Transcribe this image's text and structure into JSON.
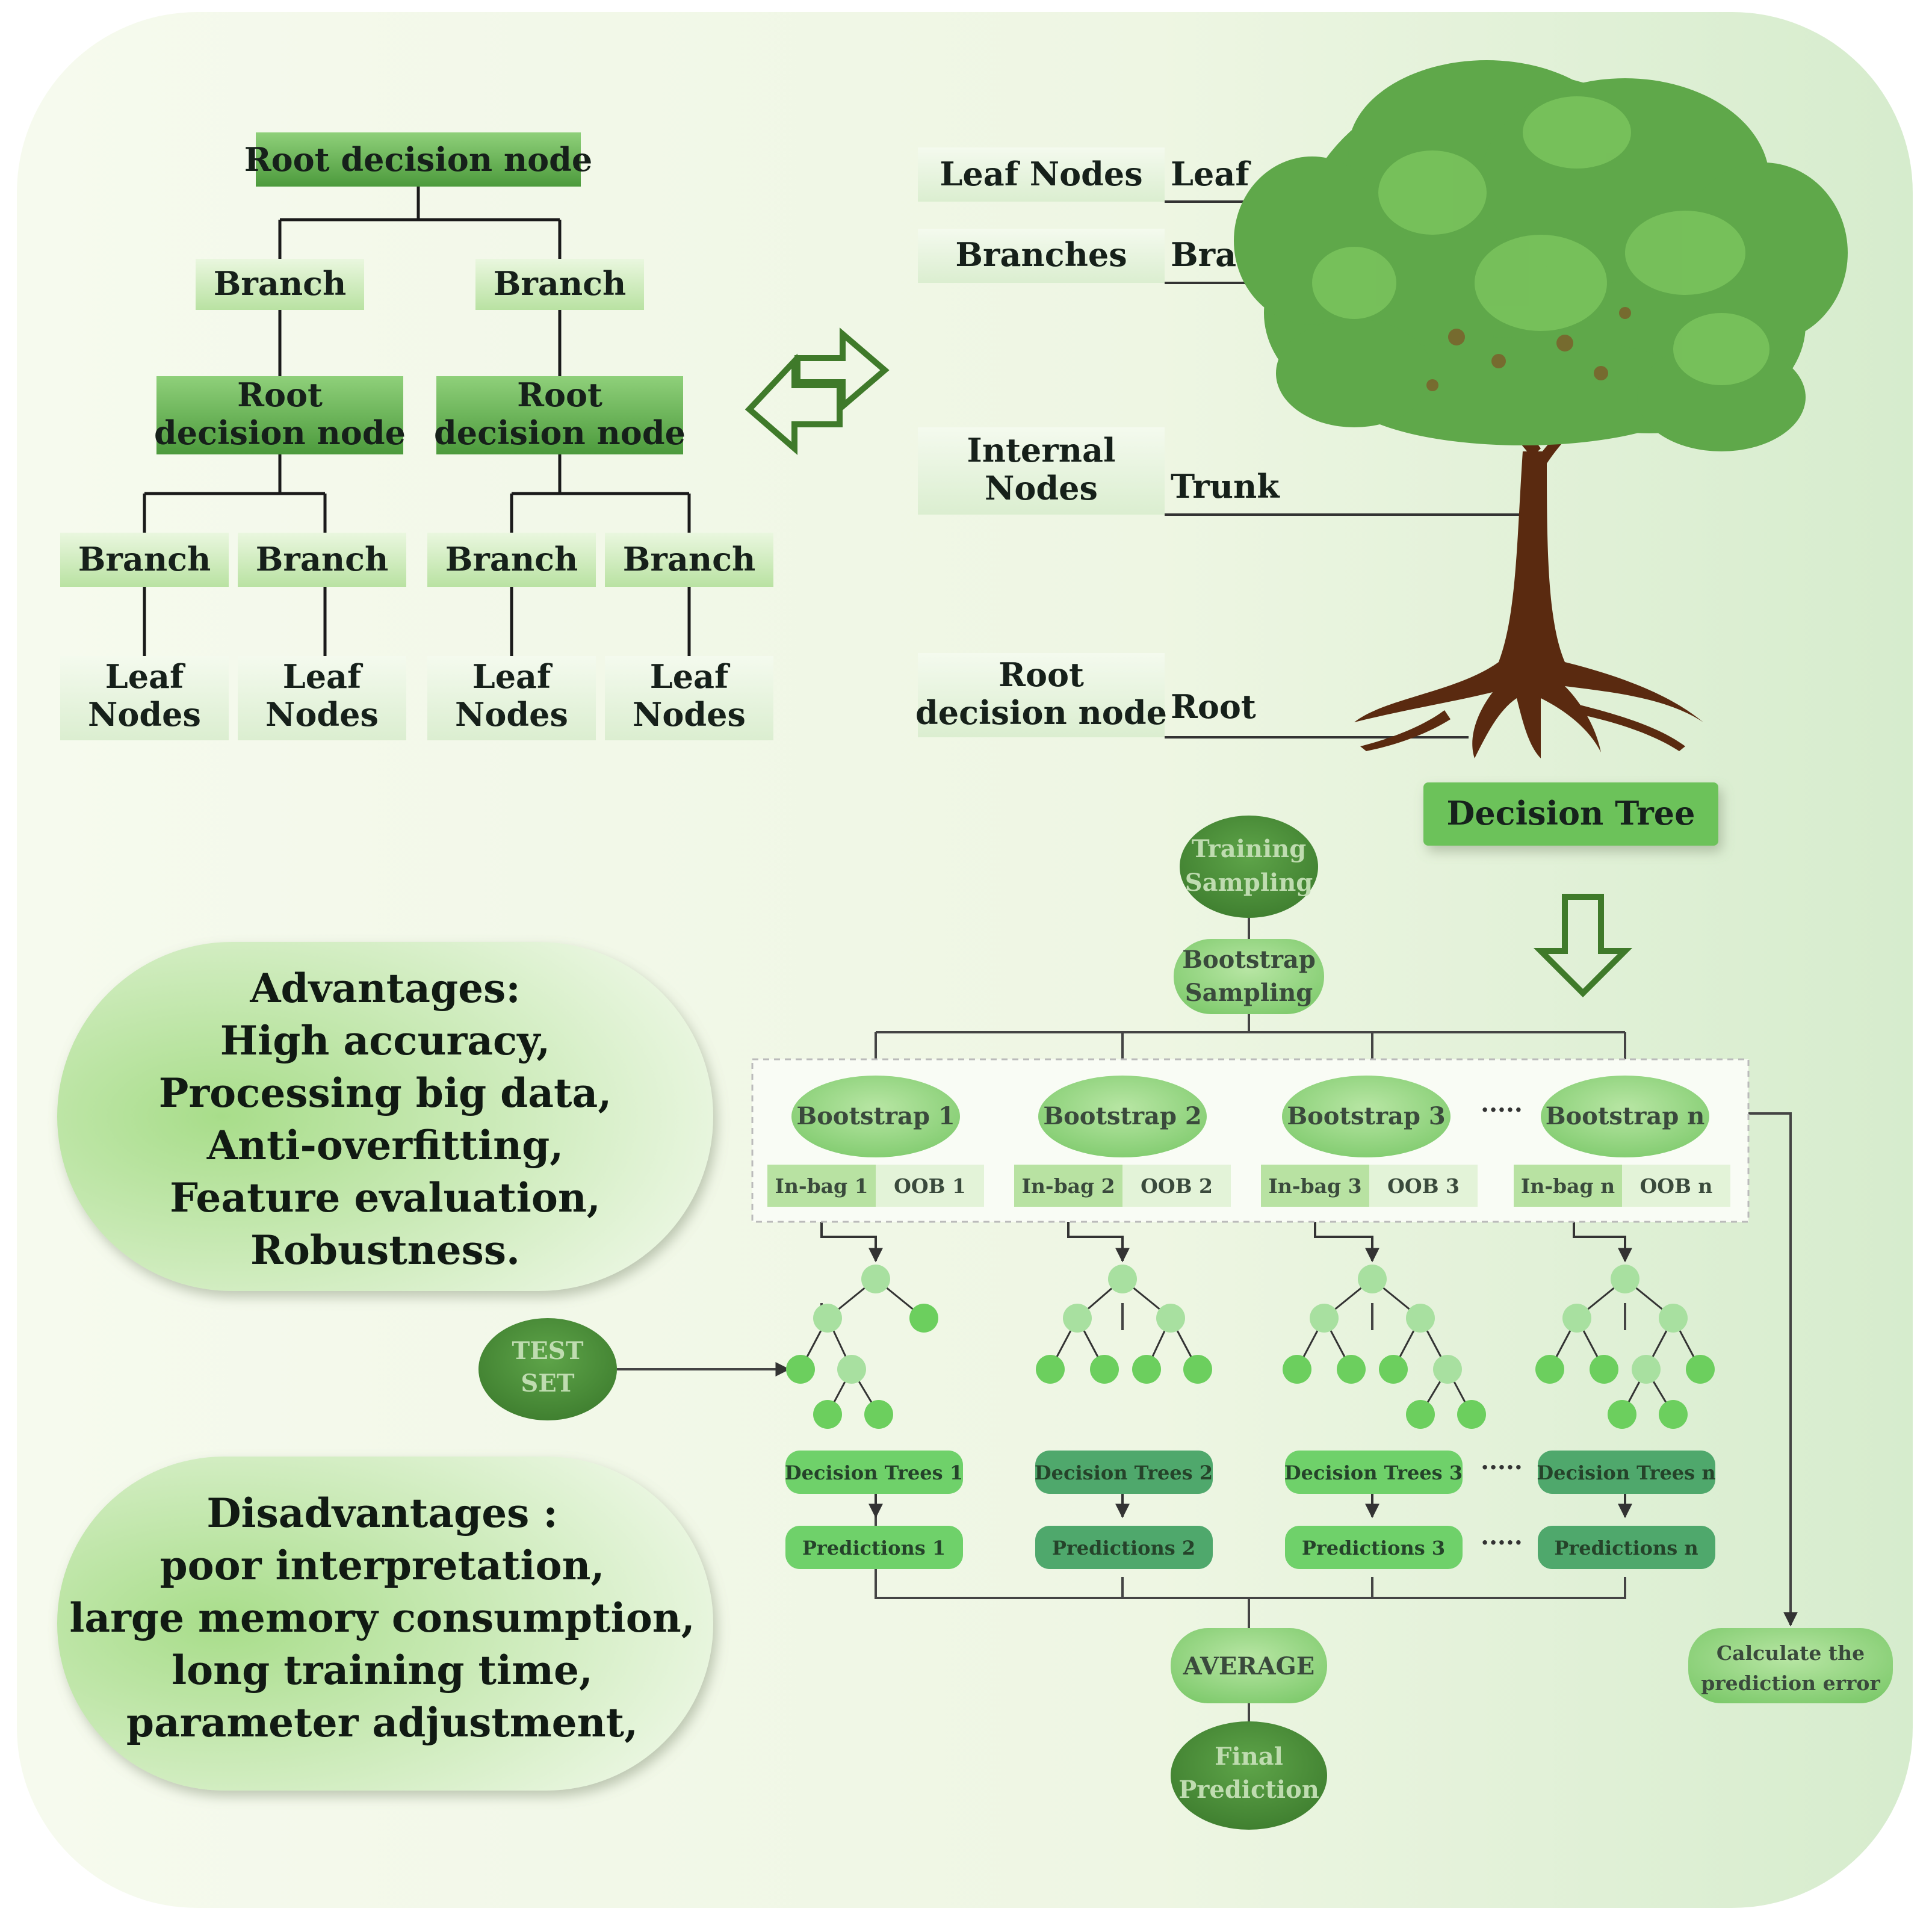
{
  "tree_diagram": {
    "root": "Root decision node",
    "branch": "Branch",
    "root_node_line1": "Root",
    "root_node_line2": "decision node",
    "leaf_line1": "Leaf",
    "leaf_line2": "Nodes"
  },
  "tree_legend": {
    "rows": [
      {
        "box": [
          "Leaf Nodes"
        ],
        "label": "Leaf"
      },
      {
        "box": [
          "Branches"
        ],
        "label": "Branch"
      },
      {
        "box": [
          "Internal",
          "Nodes"
        ],
        "label": "Trunk"
      },
      {
        "box": [
          "Root",
          "decision node"
        ],
        "label": "Root"
      }
    ],
    "caption": "Decision Tree"
  },
  "advantages": {
    "lines": [
      "Advantages:",
      "High accuracy,",
      "Processing big data,",
      "Anti-overfitting,",
      "Feature evaluation,",
      "Robustness."
    ]
  },
  "disadvantages": {
    "lines": [
      "Disadvantages :",
      "poor interpretation,",
      "large memory consumption,",
      "long training time,",
      "parameter adjustment,"
    ]
  },
  "random_forest": {
    "training_sampling": [
      "Training",
      "Sampling"
    ],
    "bootstrap_sampling": [
      "Bootstrap",
      "Sampling"
    ],
    "bootstraps": [
      {
        "name": "Bootstrap 1",
        "inbag": "In-bag 1",
        "oob": "OOB 1",
        "tree": "Decision Trees 1",
        "pred": "Predictions 1"
      },
      {
        "name": "Bootstrap 2",
        "inbag": "In-bag 2",
        "oob": "OOB 2",
        "tree": "Decision Trees 2",
        "pred": "Predictions 2"
      },
      {
        "name": "Bootstrap 3",
        "inbag": "In-bag 3",
        "oob": "OOB 3",
        "tree": "Decision Trees 3",
        "pred": "Predictions 3"
      },
      {
        "name": "Bootstrap n",
        "inbag": "In-bag n",
        "oob": "OOB n",
        "tree": "Decision Trees n",
        "pred": "Predictions n"
      }
    ],
    "ellipsis": "·····",
    "test_set": [
      "TEST",
      "SET"
    ],
    "average": "AVERAGE",
    "final_prediction": [
      "Final",
      "Prediction"
    ],
    "calc_error": [
      "Calculate the",
      "prediction error"
    ]
  },
  "colors": {
    "panel_bg": "#eef6e4",
    "header_green": "#5fa74a",
    "light_green": "#c9e7b7",
    "pale_box": "#e6f2dc",
    "dark_ellipse": "#4f8f3c",
    "bright_green": "#6fd16a",
    "teal_green": "#4fa86c",
    "trunk": "#5a2a10",
    "foliage": "#5fa84a"
  }
}
